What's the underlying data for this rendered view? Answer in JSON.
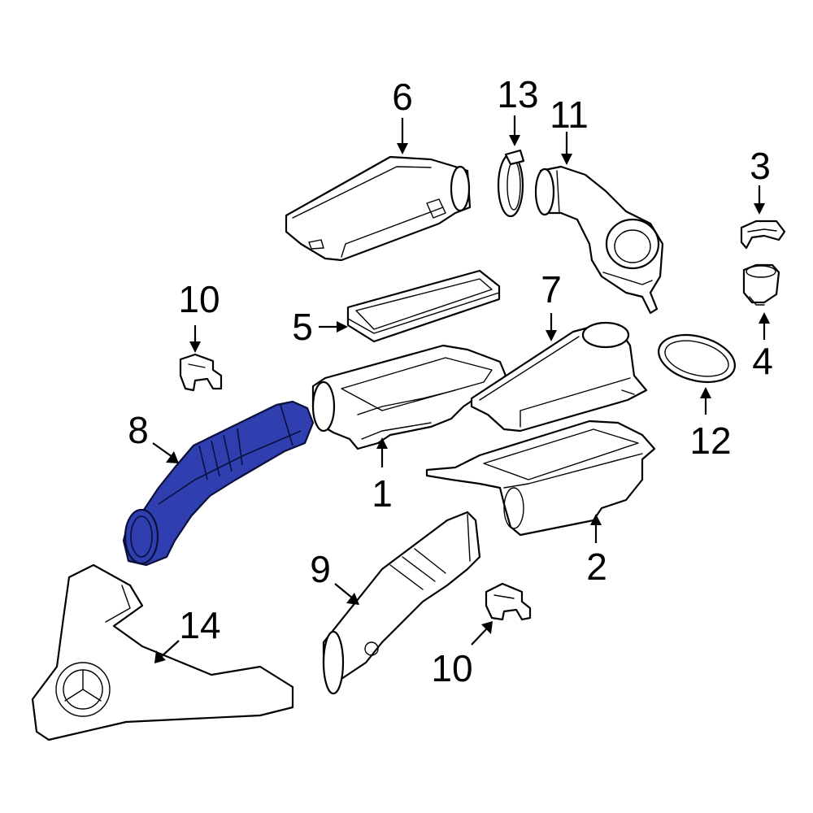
{
  "diagram": {
    "highlight_color": "#2f3fb0",
    "callouts": [
      {
        "id": "c6",
        "label": "6"
      },
      {
        "id": "c13",
        "label": "13"
      },
      {
        "id": "c11",
        "label": "11"
      },
      {
        "id": "c3",
        "label": "3"
      },
      {
        "id": "c10a",
        "label": "10"
      },
      {
        "id": "c5",
        "label": "5"
      },
      {
        "id": "c7",
        "label": "7"
      },
      {
        "id": "c4",
        "label": "4"
      },
      {
        "id": "c12",
        "label": "12"
      },
      {
        "id": "c8",
        "label": "8"
      },
      {
        "id": "c1",
        "label": "1"
      },
      {
        "id": "c2",
        "label": "2"
      },
      {
        "id": "c9",
        "label": "9"
      },
      {
        "id": "c14",
        "label": "14"
      },
      {
        "id": "c10b",
        "label": "10"
      }
    ]
  }
}
